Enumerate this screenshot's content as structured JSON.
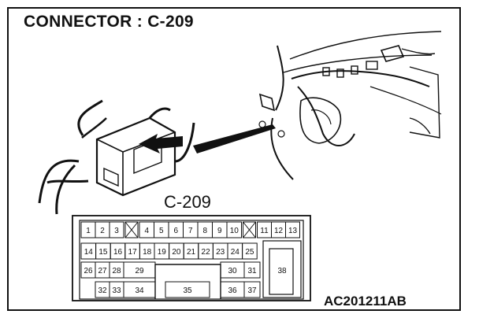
{
  "title": "CONNECTOR : C-209",
  "connector_caption": "C-209",
  "figure_ref": "AC201211AB",
  "pins": {
    "row1": [
      "1",
      "2",
      "3",
      "4",
      "5",
      "6",
      "7",
      "8",
      "9",
      "10",
      "11",
      "12",
      "13"
    ],
    "row2": [
      "14",
      "15",
      "16",
      "17",
      "18",
      "19",
      "20",
      "21",
      "22",
      "23",
      "24",
      "25"
    ],
    "row3": [
      "26",
      "27",
      "28",
      "29",
      "30",
      "31",
      "38"
    ],
    "row4": [
      "32",
      "33",
      "34",
      "35",
      "36",
      "37"
    ]
  },
  "colors": {
    "line": "#111111",
    "background": "#ffffff"
  }
}
